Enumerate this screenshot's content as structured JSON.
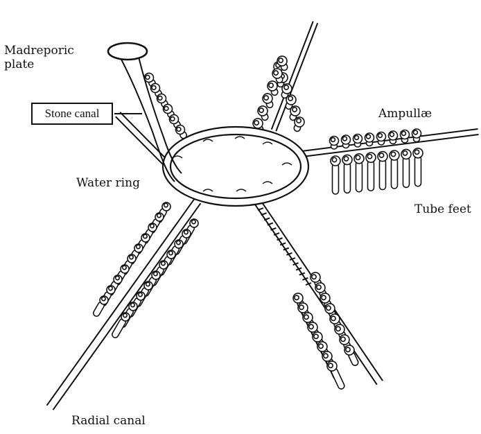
{
  "labels": {
    "madreporic_line1": "Madreporic",
    "madreporic_line2": "plate",
    "stone_canal": "Stone canal",
    "ampullae": "Ampullæ",
    "water_ring": "Water ring",
    "tube_feet": "Tube feet",
    "radial_canal": "Radial canal"
  },
  "colors": {
    "ink": "#111111",
    "paper": "#ffffff"
  }
}
